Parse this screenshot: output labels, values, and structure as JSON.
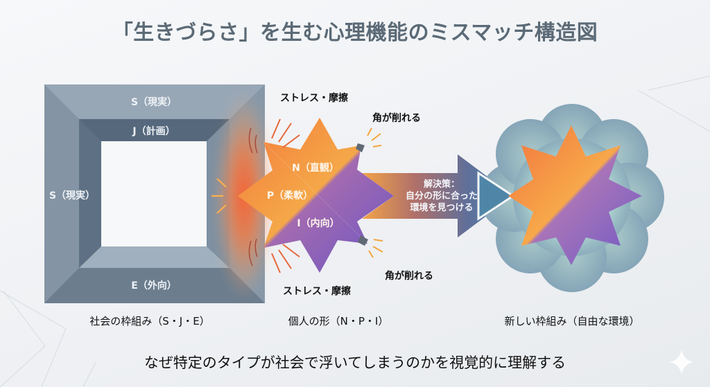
{
  "title": "「生きづらさ」を生む心理機能のミスマッチ構造図",
  "frame": {
    "top_label": "S（現実）",
    "inner_label": "J（計画）",
    "left_label": "S（現実）",
    "bottom_label": "E（外向）",
    "caption": "社会の枠組み（S・J・E）",
    "colors": {
      "outer": "#8a99a8",
      "inner": "#5f7184"
    }
  },
  "individual": {
    "labels": {
      "n": "N（直観）",
      "p": "P（柔軟）",
      "i": "I（内向）"
    },
    "stress_top": "ストレス・摩擦",
    "stress_bottom": "ストレス・摩擦",
    "corner_top": "角が削れる",
    "corner_bottom": "角が削れる",
    "caption": "個人の形（N・P・I）",
    "colors": {
      "orange": "#f5a142",
      "purple": "#7a5fc4",
      "friction": "#ff4a2a"
    }
  },
  "solution_arrow": {
    "line1": "解決策：",
    "line2": "自分の形に合った",
    "line3": "環境を見つける",
    "colors": {
      "start": "#f0a048",
      "end": "#4f86a8"
    }
  },
  "new_frame": {
    "caption": "新しい枠組み（自由な環境）",
    "colors": {
      "cloud": "#8fadbd",
      "glow": "#b8f7e6"
    }
  },
  "subtitle": "なぜ特定のタイプが社会で浮いてしまうのかを視覚的に理解する",
  "decor": {
    "sparkle_icon": "four-point-star"
  }
}
